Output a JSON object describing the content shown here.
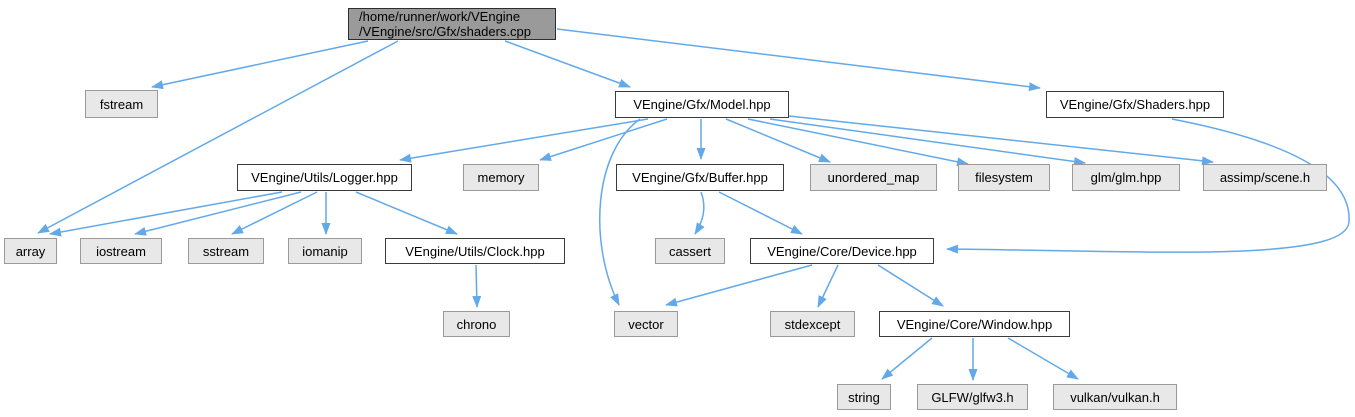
{
  "colors": {
    "edge": "#63a9e9",
    "system_node_fill": "#e8e8e8",
    "system_node_border": "#9a9a9a",
    "project_node_fill": "#ffffff",
    "project_node_border": "#3c3c3c",
    "root_node_fill": "#9a9a9a",
    "text": "#000000",
    "background": "#ffffff"
  },
  "graph": {
    "root": {
      "line1": "/home/runner/work/VEngine",
      "line2": "/VEngine/src/Gfx/shaders.cpp"
    },
    "nodes": [
      {
        "id": "root",
        "label": "/home/runner/work/VEngine /VEngine/src/Gfx/shaders.cpp",
        "kind": "current-file"
      },
      {
        "id": "fstream",
        "label": "fstream",
        "kind": "system"
      },
      {
        "id": "model",
        "label": "VEngine/Gfx/Model.hpp",
        "kind": "project"
      },
      {
        "id": "shaders",
        "label": "VEngine/Gfx/Shaders.hpp",
        "kind": "project"
      },
      {
        "id": "logger",
        "label": "VEngine/Utils/Logger.hpp",
        "kind": "project"
      },
      {
        "id": "memory",
        "label": "memory",
        "kind": "system"
      },
      {
        "id": "buffer",
        "label": "VEngine/Gfx/Buffer.hpp",
        "kind": "project"
      },
      {
        "id": "unordered_map",
        "label": "unordered_map",
        "kind": "system"
      },
      {
        "id": "filesystem",
        "label": "filesystem",
        "kind": "system"
      },
      {
        "id": "glm",
        "label": "glm/glm.hpp",
        "kind": "system"
      },
      {
        "id": "assimp",
        "label": "assimp/scene.h",
        "kind": "system"
      },
      {
        "id": "array",
        "label": "array",
        "kind": "system"
      },
      {
        "id": "iostream",
        "label": "iostream",
        "kind": "system"
      },
      {
        "id": "sstream",
        "label": "sstream",
        "kind": "system"
      },
      {
        "id": "iomanip",
        "label": "iomanip",
        "kind": "system"
      },
      {
        "id": "clock",
        "label": "VEngine/Utils/Clock.hpp",
        "kind": "project"
      },
      {
        "id": "cassert",
        "label": "cassert",
        "kind": "system"
      },
      {
        "id": "device",
        "label": "VEngine/Core/Device.hpp",
        "kind": "project"
      },
      {
        "id": "chrono",
        "label": "chrono",
        "kind": "system"
      },
      {
        "id": "vector",
        "label": "vector",
        "kind": "system"
      },
      {
        "id": "stdexcept",
        "label": "stdexcept",
        "kind": "system"
      },
      {
        "id": "window",
        "label": "VEngine/Core/Window.hpp",
        "kind": "project"
      },
      {
        "id": "string",
        "label": "string",
        "kind": "system"
      },
      {
        "id": "glfw",
        "label": "GLFW/glfw3.h",
        "kind": "system"
      },
      {
        "id": "vulkan",
        "label": "vulkan/vulkan.h",
        "kind": "system"
      }
    ],
    "edges": [
      {
        "from": "shaders.cpp",
        "to": "fstream"
      },
      {
        "from": "shaders.cpp",
        "to": "array"
      },
      {
        "from": "shaders.cpp",
        "to": "VEngine/Gfx/Model.hpp"
      },
      {
        "from": "shaders.cpp",
        "to": "VEngine/Gfx/Shaders.hpp"
      },
      {
        "from": "VEngine/Gfx/Model.hpp",
        "to": "VEngine/Utils/Logger.hpp"
      },
      {
        "from": "VEngine/Gfx/Model.hpp",
        "to": "memory"
      },
      {
        "from": "VEngine/Gfx/Model.hpp",
        "to": "VEngine/Gfx/Buffer.hpp"
      },
      {
        "from": "VEngine/Gfx/Model.hpp",
        "to": "unordered_map"
      },
      {
        "from": "VEngine/Gfx/Model.hpp",
        "to": "filesystem"
      },
      {
        "from": "VEngine/Gfx/Model.hpp",
        "to": "glm/glm.hpp"
      },
      {
        "from": "VEngine/Gfx/Model.hpp",
        "to": "assimp/scene.h"
      },
      {
        "from": "VEngine/Gfx/Model.hpp",
        "to": "vector"
      },
      {
        "from": "VEngine/Utils/Logger.hpp",
        "to": "array"
      },
      {
        "from": "VEngine/Utils/Logger.hpp",
        "to": "iostream"
      },
      {
        "from": "VEngine/Utils/Logger.hpp",
        "to": "sstream"
      },
      {
        "from": "VEngine/Utils/Logger.hpp",
        "to": "iomanip"
      },
      {
        "from": "VEngine/Utils/Logger.hpp",
        "to": "VEngine/Utils/Clock.hpp"
      },
      {
        "from": "VEngine/Utils/Clock.hpp",
        "to": "chrono"
      },
      {
        "from": "VEngine/Gfx/Buffer.hpp",
        "to": "cassert"
      },
      {
        "from": "VEngine/Gfx/Buffer.hpp",
        "to": "VEngine/Core/Device.hpp"
      },
      {
        "from": "VEngine/Gfx/Shaders.hpp",
        "to": "VEngine/Core/Device.hpp"
      },
      {
        "from": "VEngine/Core/Device.hpp",
        "to": "vector"
      },
      {
        "from": "VEngine/Core/Device.hpp",
        "to": "stdexcept"
      },
      {
        "from": "VEngine/Core/Device.hpp",
        "to": "VEngine/Core/Window.hpp"
      },
      {
        "from": "VEngine/Core/Window.hpp",
        "to": "string"
      },
      {
        "from": "VEngine/Core/Window.hpp",
        "to": "GLFW/glfw3.h"
      },
      {
        "from": "VEngine/Core/Window.hpp",
        "to": "vulkan/vulkan.h"
      }
    ]
  }
}
